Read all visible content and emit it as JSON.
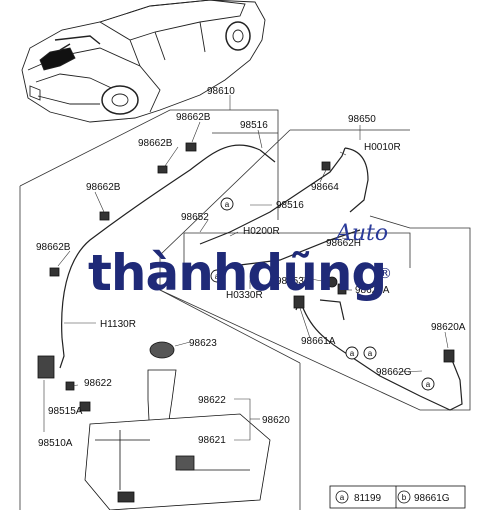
{
  "labels": {
    "p98610": "98610",
    "p98662b": "98662B",
    "p98516": "98516",
    "p98650": "98650",
    "h0010r": "H0010R",
    "p98664": "98664",
    "p98652": "98652",
    "h0200r": "H0200R",
    "p98662h": "98662H",
    "p98653": "98653",
    "h0330r": "H0330R",
    "p98620a": "98620A",
    "p98661a": "98661A",
    "p98662g": "98662G",
    "h1130r": "H1130R",
    "p98623": "98623",
    "p98622": "98622",
    "p98620": "98620",
    "p98621": "98621",
    "p98515a": "98515A",
    "p98510a": "98510A"
  },
  "markers": {
    "a": "a",
    "b": "b"
  },
  "legend": [
    {
      "marker": "a",
      "part": "81199"
    },
    {
      "marker": "b",
      "part": "98661G"
    }
  ],
  "watermark": {
    "brand": "thànhdũng",
    "tag": "Auto",
    "mark": "®"
  },
  "colors": {
    "watermark": "#1f2a78",
    "ink": "#111111"
  }
}
